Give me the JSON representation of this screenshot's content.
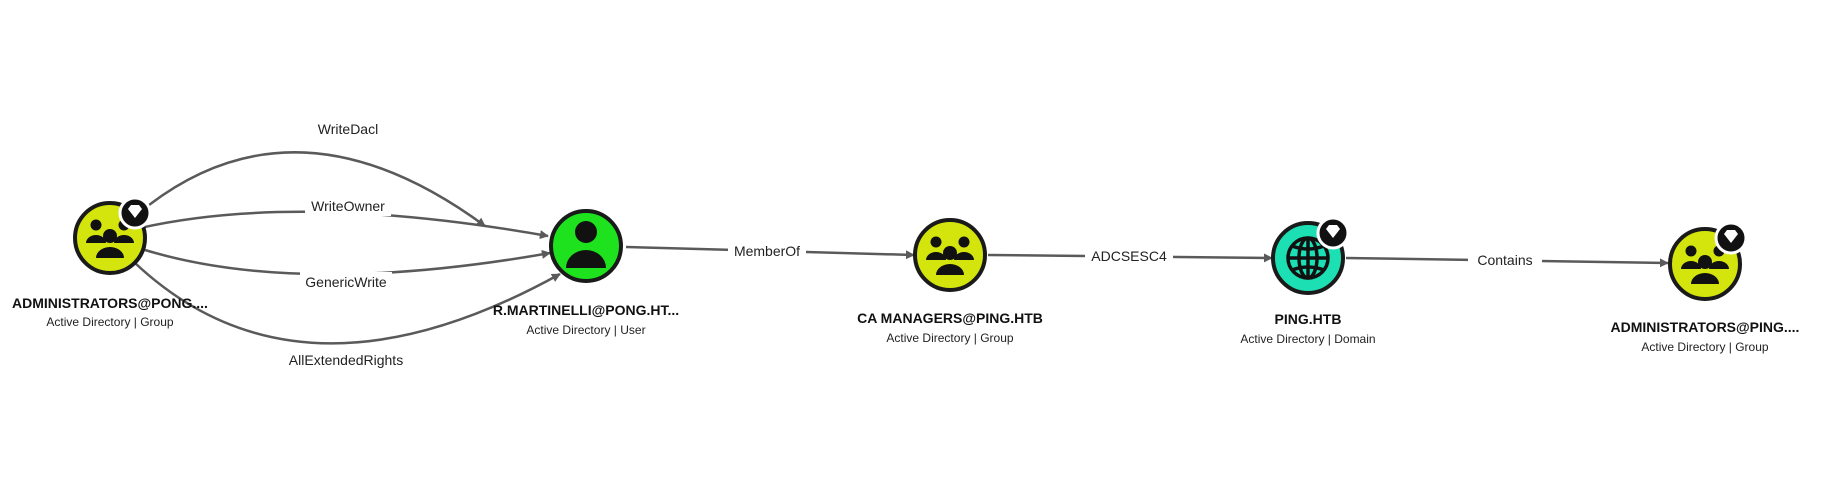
{
  "colors": {
    "group": "#d4e40d",
    "user": "#1de21d",
    "domain": "#1ce0b4",
    "edge": "#5a5a5a",
    "outline": "#1a1a1a"
  },
  "nodes": [
    {
      "id": "admins_pong",
      "title": "ADMINISTRATORS@PONG....",
      "subtitle": "Active Directory | Group",
      "kind": "group",
      "icon": "group-icon",
      "tier_zero": true
    },
    {
      "id": "rmartinelli",
      "title": "R.MARTINELLI@PONG.HT...",
      "subtitle": "Active Directory | User",
      "kind": "user",
      "icon": "user-icon",
      "tier_zero": false
    },
    {
      "id": "ca_managers",
      "title": "CA MANAGERS@PING.HTB",
      "subtitle": "Active Directory | Group",
      "kind": "group",
      "icon": "group-icon",
      "tier_zero": false
    },
    {
      "id": "ping_htb",
      "title": "PING.HTB",
      "subtitle": "Active Directory | Domain",
      "kind": "domain",
      "icon": "globe-icon",
      "tier_zero": true
    },
    {
      "id": "admins_ping",
      "title": "ADMINISTRATORS@PING....",
      "subtitle": "Active Directory | Group",
      "kind": "group",
      "icon": "group-icon",
      "tier_zero": true
    }
  ],
  "edges": [
    {
      "from": "admins_pong",
      "to": "rmartinelli",
      "label": "WriteDacl"
    },
    {
      "from": "admins_pong",
      "to": "rmartinelli",
      "label": "WriteOwner"
    },
    {
      "from": "admins_pong",
      "to": "rmartinelli",
      "label": "GenericWrite"
    },
    {
      "from": "admins_pong",
      "to": "rmartinelli",
      "label": "AllExtendedRights"
    },
    {
      "from": "rmartinelli",
      "to": "ca_managers",
      "label": "MemberOf"
    },
    {
      "from": "ca_managers",
      "to": "ping_htb",
      "label": "ADCSESC4"
    },
    {
      "from": "ping_htb",
      "to": "admins_ping",
      "label": "Contains"
    }
  ]
}
